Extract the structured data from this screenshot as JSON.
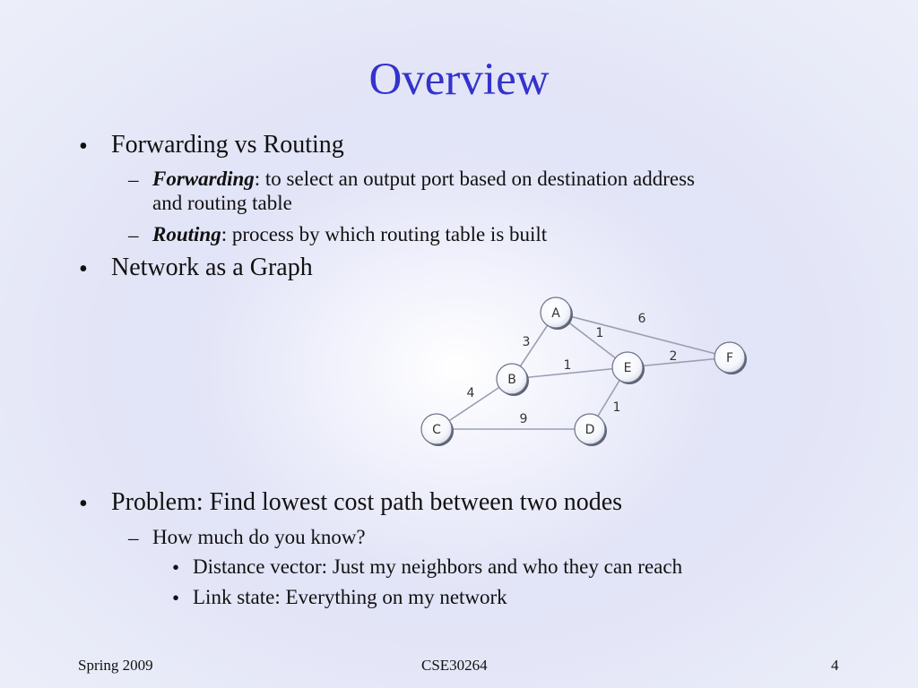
{
  "slide": {
    "title": "Overview",
    "bullets": [
      {
        "text": "Forwarding vs Routing",
        "subs": [
          {
            "term": "Forwarding",
            "line1": ": to select an output port based on destination address",
            "line2": "and routing table"
          },
          {
            "term": "Routing",
            "line1": ": process by which routing table is built"
          }
        ]
      },
      {
        "text": "Network as a Graph"
      },
      {
        "text": "Problem: Find lowest cost path between two nodes",
        "subs": [
          {
            "text": "How much do you know?",
            "subs": [
              {
                "text": "Distance vector: Just my neighbors and who they can reach"
              },
              {
                "text": "Link state: Everything on my network"
              }
            ]
          }
        ]
      }
    ],
    "bullet_glyph": "•",
    "dash_glyph": "–"
  },
  "graph": {
    "nodes": [
      {
        "id": "A",
        "label": "A"
      },
      {
        "id": "B",
        "label": "B"
      },
      {
        "id": "C",
        "label": "C"
      },
      {
        "id": "D",
        "label": "D"
      },
      {
        "id": "E",
        "label": "E"
      },
      {
        "id": "F",
        "label": "F"
      }
    ],
    "edges": [
      {
        "from": "A",
        "to": "B",
        "weight": "3"
      },
      {
        "from": "A",
        "to": "E",
        "weight": "1"
      },
      {
        "from": "A",
        "to": "F",
        "weight": "6"
      },
      {
        "from": "B",
        "to": "E",
        "weight": "1"
      },
      {
        "from": "B",
        "to": "C",
        "weight": "4"
      },
      {
        "from": "E",
        "to": "F",
        "weight": "2"
      },
      {
        "from": "E",
        "to": "D",
        "weight": "1"
      },
      {
        "from": "C",
        "to": "D",
        "weight": "9"
      }
    ]
  },
  "footer": {
    "left": "Spring 2009",
    "center": "CSE30264",
    "right": "4"
  }
}
